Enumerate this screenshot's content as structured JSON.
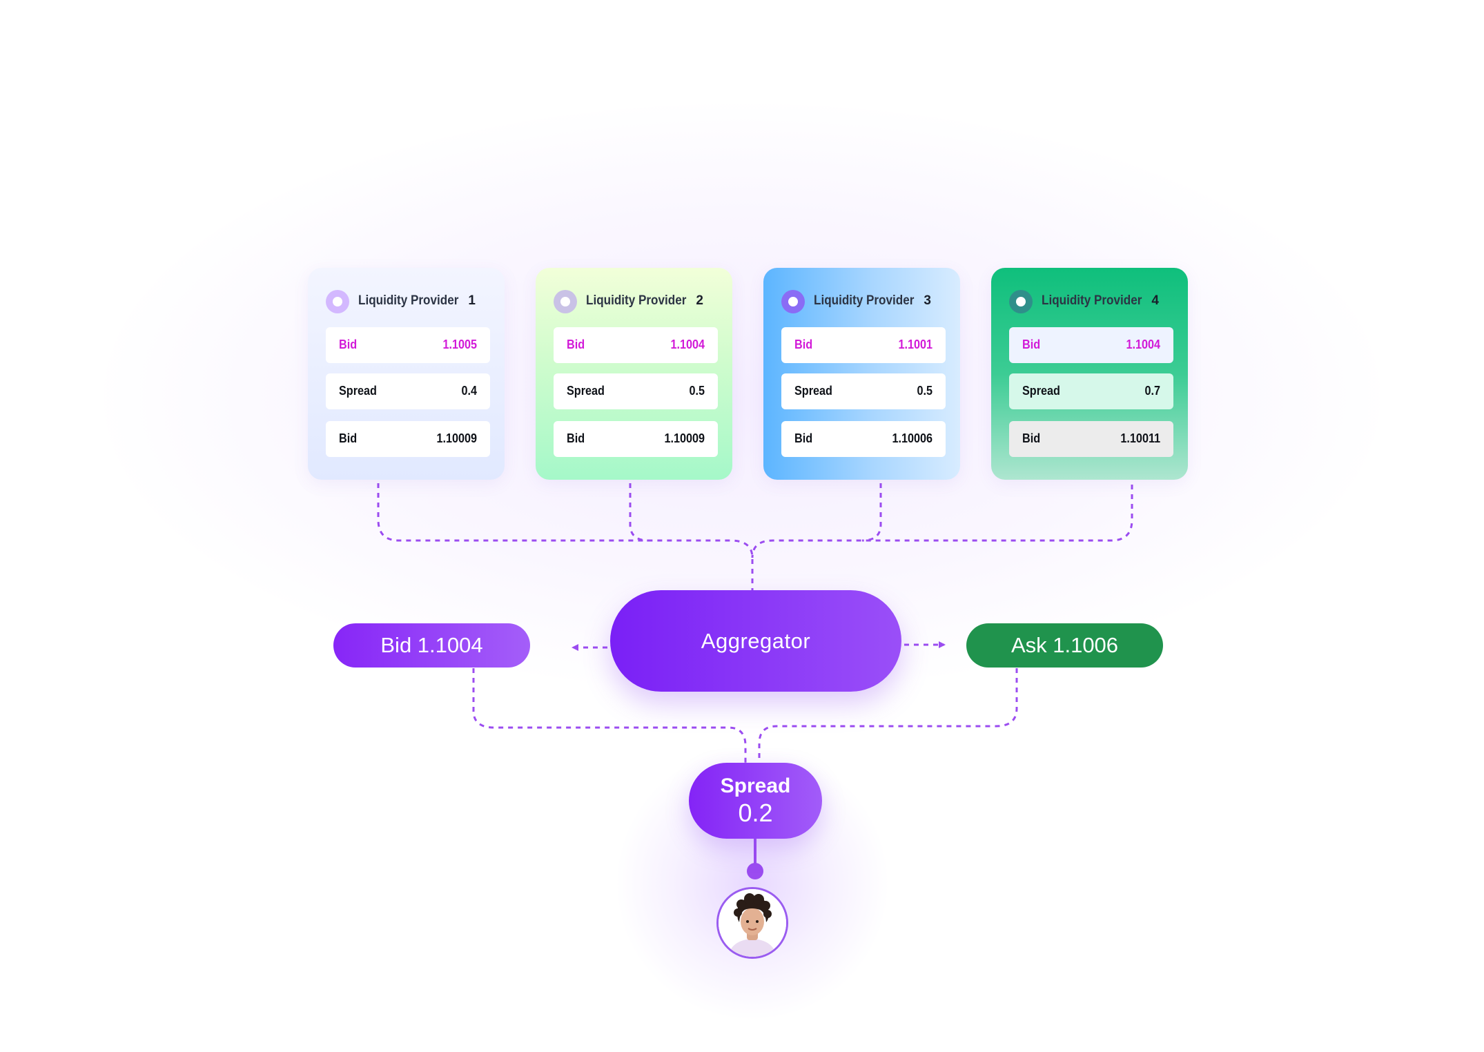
{
  "providers": [
    {
      "title": "Liquidity Provider",
      "number": "1",
      "rows": [
        {
          "label": "Bid",
          "value": "1.1005"
        },
        {
          "label": "Spread",
          "value": "0.4"
        },
        {
          "label": "Bid",
          "value": "1.10009"
        }
      ]
    },
    {
      "title": "Liquidity Provider",
      "number": "2",
      "rows": [
        {
          "label": "Bid",
          "value": "1.1004"
        },
        {
          "label": "Spread",
          "value": "0.5"
        },
        {
          "label": "Bid",
          "value": "1.10009"
        }
      ]
    },
    {
      "title": "Liquidity Provider",
      "number": "3",
      "rows": [
        {
          "label": "Bid",
          "value": "1.1001"
        },
        {
          "label": "Spread",
          "value": "0.5"
        },
        {
          "label": "Bid",
          "value": "1.10006"
        }
      ]
    },
    {
      "title": "Liquidity Provider",
      "number": "4",
      "rows": [
        {
          "label": "Bid",
          "value": "1.1004"
        },
        {
          "label": "Spread",
          "value": "0.7"
        },
        {
          "label": "Bid",
          "value": "1.10011"
        }
      ]
    }
  ],
  "aggregator": {
    "label": "Aggregator"
  },
  "bid": {
    "label": "Bid 1.1004"
  },
  "ask": {
    "label": "Ask 1.1006"
  },
  "spread": {
    "label": "Spread",
    "value": "0.2"
  },
  "colors": {
    "accent_purple": "#8a2df7",
    "ask_green": "#20934d",
    "bid_highlight": "#d21ad8",
    "connector": "#9b4cf0"
  },
  "user": {
    "avatar_icon": "user-avatar-icon"
  }
}
